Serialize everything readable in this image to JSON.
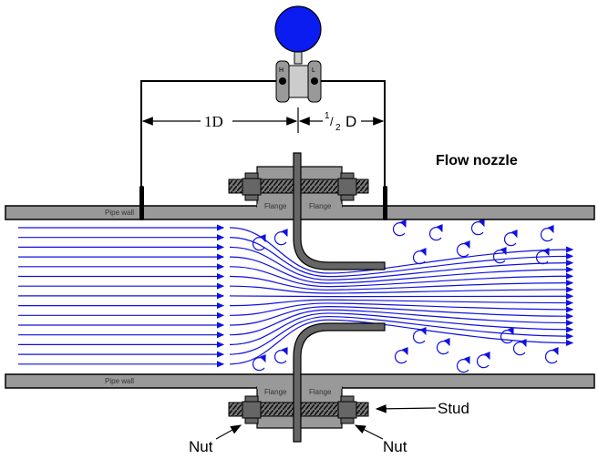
{
  "title": "Flow nozzle",
  "transmitter": {
    "high_port": "H",
    "low_port": "L"
  },
  "dimensions": {
    "upstream": "1D",
    "downstream_num": "1",
    "downstream_den": "2",
    "downstream_unit": "D"
  },
  "labels": {
    "pipe_wall_top": "Pipe wall",
    "pipe_wall_bottom": "Pipe wall",
    "flange": "Flange",
    "stud": "Stud",
    "nut": "Nut"
  },
  "colors": {
    "flow": "#1010e0",
    "transmitter_head": "#0a1cf0",
    "steel": "#999999"
  }
}
